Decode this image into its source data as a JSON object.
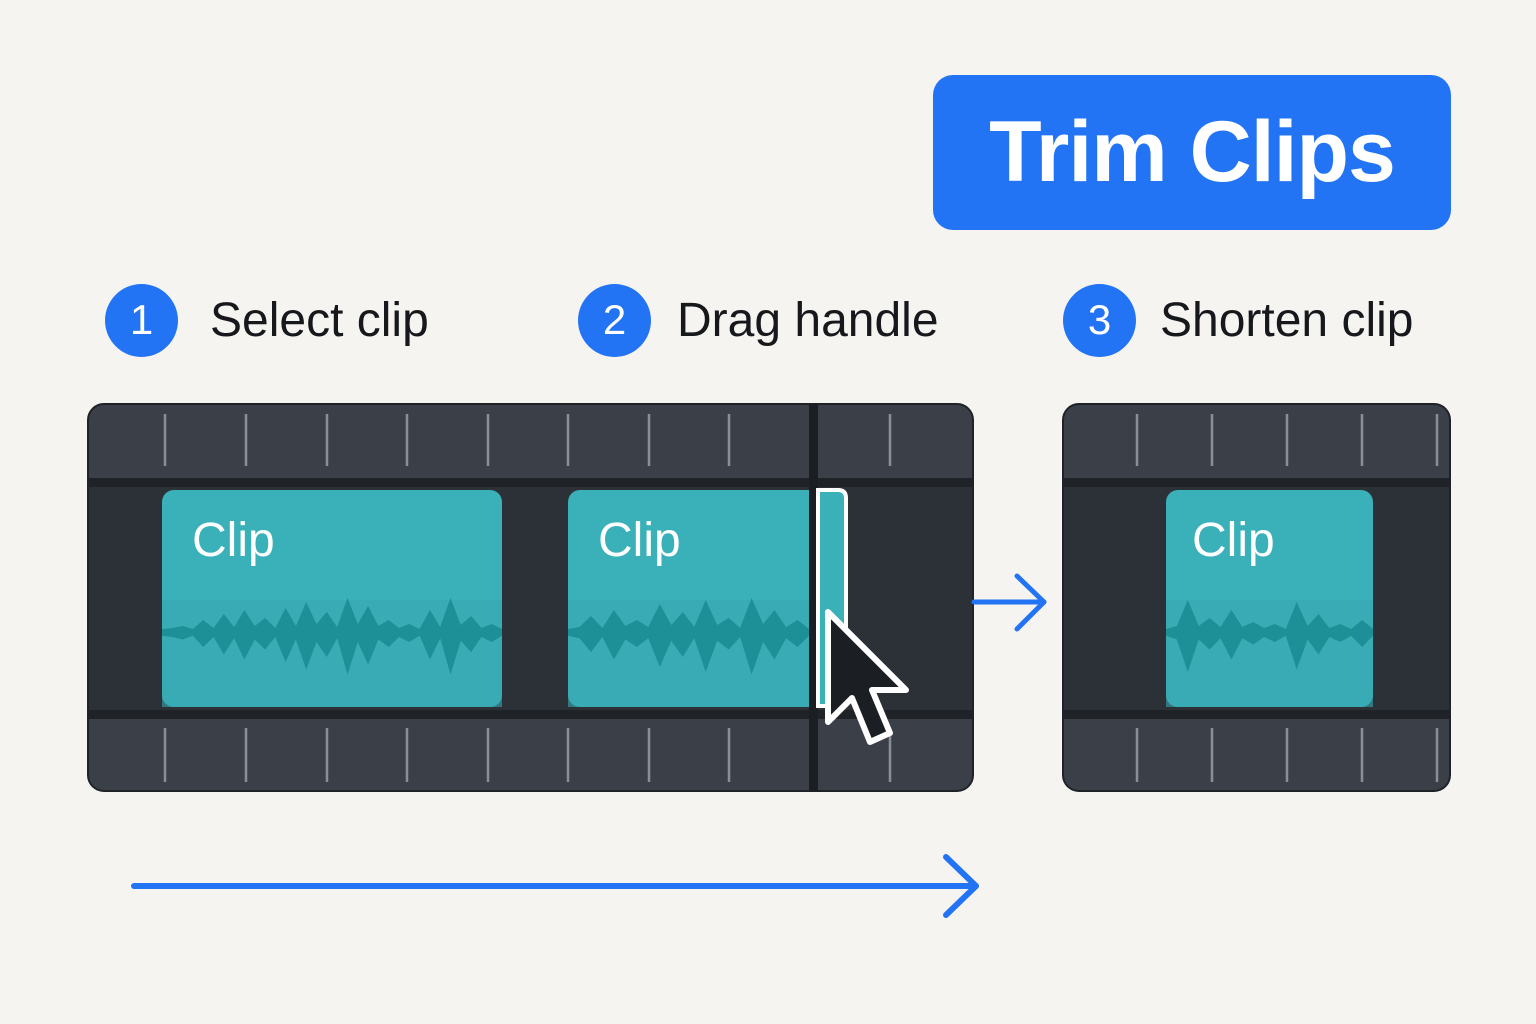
{
  "title": "Trim Clips",
  "steps": [
    {
      "number": "1",
      "label": "Select clip"
    },
    {
      "number": "2",
      "label": "Drag handle"
    },
    {
      "number": "3",
      "label": "Shorten clip"
    }
  ],
  "clips": {
    "before_first": "Clip",
    "before_second": "Clip",
    "after": "Clip"
  },
  "colors": {
    "accent": "#2374f5",
    "clip": "#3ab0b8",
    "waveform": "#1d8f96",
    "timeline": "#2c3138",
    "ruler": "#3b4048",
    "background": "#f6f4f1"
  },
  "icons": [
    "cursor-arrow-icon",
    "right-arrow-icon",
    "trim-handle-icon"
  ]
}
